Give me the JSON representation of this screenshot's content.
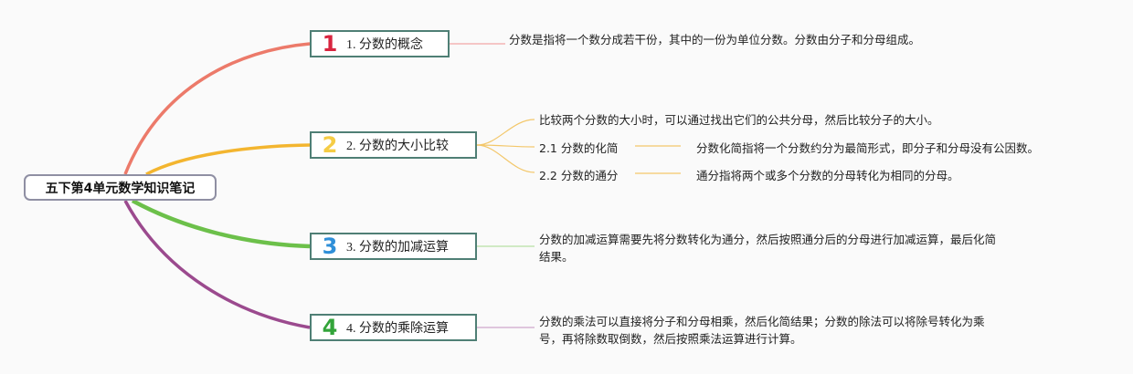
{
  "root": {
    "title": "五下第4单元数学知识笔记"
  },
  "topics": [
    {
      "num": "1",
      "label": "1. 分数的概念",
      "color": "#d8253f",
      "desc": "分数是指将一个数分成若干份，其中的一份为单位分数。分数由分子和分母组成。"
    },
    {
      "num": "2",
      "label": "2. 分数的大小比较",
      "color": "#f5cc45",
      "desc": "比较两个分数的大小时，可以通过找出它们的公共分母，然后比较分子的大小。",
      "subtopics": [
        {
          "label": "2.1 分数的化简",
          "desc": "分数化简指将一个分数约分为最简形式，即分子和分母没有公因数。"
        },
        {
          "label": "2.2 分数的通分",
          "desc": "通分指将两个或多个分数的分母转化为相同的分母。"
        }
      ]
    },
    {
      "num": "3",
      "label": "3. 分数的加减运算",
      "color": "#2f8fd8",
      "desc": "分数的加减运算需要先将分数转化为通分，然后按照通分后的分母进行加减运算，最后化简结果。"
    },
    {
      "num": "4",
      "label": "4. 分数的乘除运算",
      "color": "#33a43a",
      "desc": "分数的乘法可以直接将分子和分母相乘，然后化简结果；分数的除法可以将除号转化为乘号，再将除数取倒数，然后按照乘法运算进行计算。"
    }
  ],
  "branch_colors": [
    "#ec7a6a",
    "#f3b52f",
    "#6cc04a",
    "#9b4a8e"
  ]
}
